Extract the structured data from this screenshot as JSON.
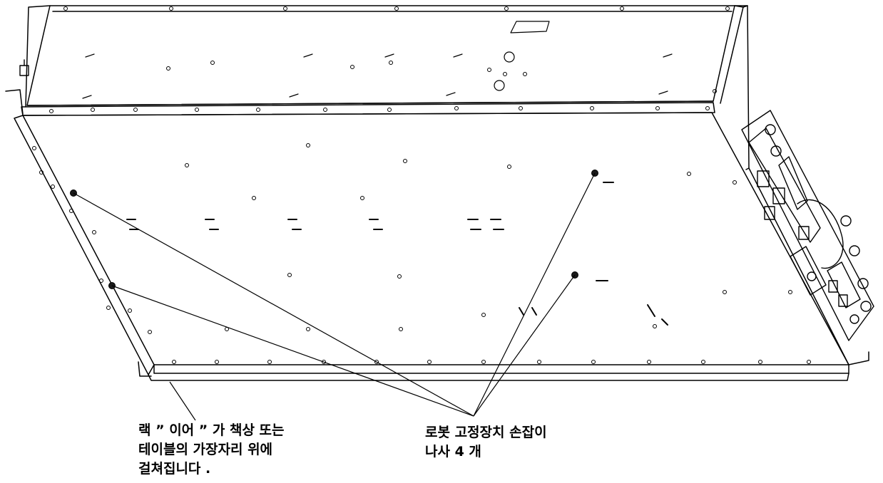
{
  "callouts": {
    "rack_ear": {
      "lines": [
        "랙 ” 이어 ” 가 책상 또는",
        "테이블의 가장자리 위에",
        "걸쳐집니다 ."
      ]
    },
    "robot_screws": {
      "lines": [
        "로봇 고정장치 손잡이",
        "나사 4 개"
      ]
    }
  },
  "colors": {
    "line": "#000000",
    "background": "#ffffff",
    "screw_fill": "#1a1a1a"
  }
}
